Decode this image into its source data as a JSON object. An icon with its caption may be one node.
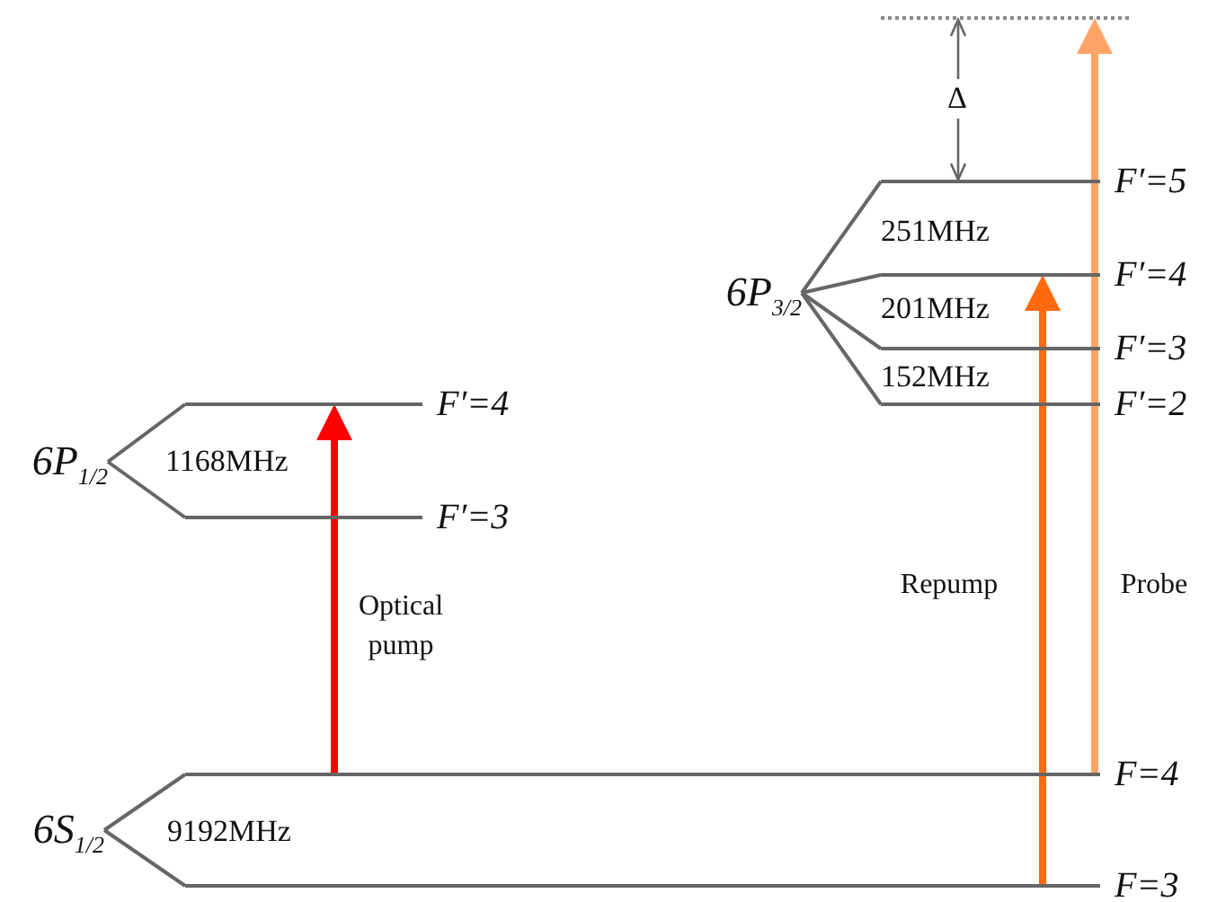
{
  "diagram": {
    "nodes": [
      {
        "text": [
          "6P$_{1/2}$"
        ]
      },
      {
        "text": [],
        "shape": "bar",
        "beside": [
          "F′=4"
        ]
      },
      {
        "text": [],
        "shape": "bar",
        "beside": [
          "F′=3"
        ]
      },
      {
        "text": [
          "6P$_{3/2}$"
        ]
      },
      {
        "text": [],
        "shape": "bar",
        "beside": [
          "F′=5"
        ]
      },
      {
        "text": [],
        "shape": "bar",
        "beside": [
          "F′=4"
        ]
      },
      {
        "text": [],
        "shape": "bar",
        "beside": [
          "F′=3"
        ]
      },
      {
        "text": [],
        "shape": "bar",
        "beside": [
          "F′=2"
        ]
      },
      {
        "text": [
          "6S$_{1/2}$"
        ]
      },
      {
        "text": [],
        "shape": "bar",
        "beside": [
          "F=4"
        ]
      },
      {
        "text": [],
        "shape": "bar",
        "beside": [
          "F=3"
        ]
      },
      {
        "text": [],
        "shape": "line"
      }
    ],
    "edges": [
      {
        "from": 0,
        "to": 1,
        "arrow": "none"
      },
      {
        "from": 0,
        "to": 2,
        "arrow": "none"
      },
      {
        "from": 3,
        "to": 4,
        "arrow": "none"
      },
      {
        "from": 3,
        "to": 5,
        "arrow": "none"
      },
      {
        "from": 3,
        "to": 6,
        "arrow": "none"
      },
      {
        "from": 3,
        "to": 7,
        "arrow": "none"
      },
      {
        "from": 8,
        "to": 9,
        "arrow": "none"
      },
      {
        "from": 8,
        "to": 10,
        "arrow": "none"
      },
      {
        "from": 9,
        "to": 1,
        "arrow": "to",
        "label": "Optical pump",
        "style": "thick",
        "color": "#ff0000"
      },
      {
        "from": 10,
        "to": 5,
        "arrow": "to",
        "label": "Repump",
        "style": "thick",
        "color": "#ff6a10"
      },
      {
        "from": 9,
        "to": 11,
        "arrow": "to",
        "label": "Probe",
        "style": "thick",
        "color": "#ffa468"
      }
    ],
    "labels": [
      "1168MHz",
      "251MHz",
      "201MHz",
      "152MHz",
      "9192MHz",
      "Δ"
    ]
  }
}
